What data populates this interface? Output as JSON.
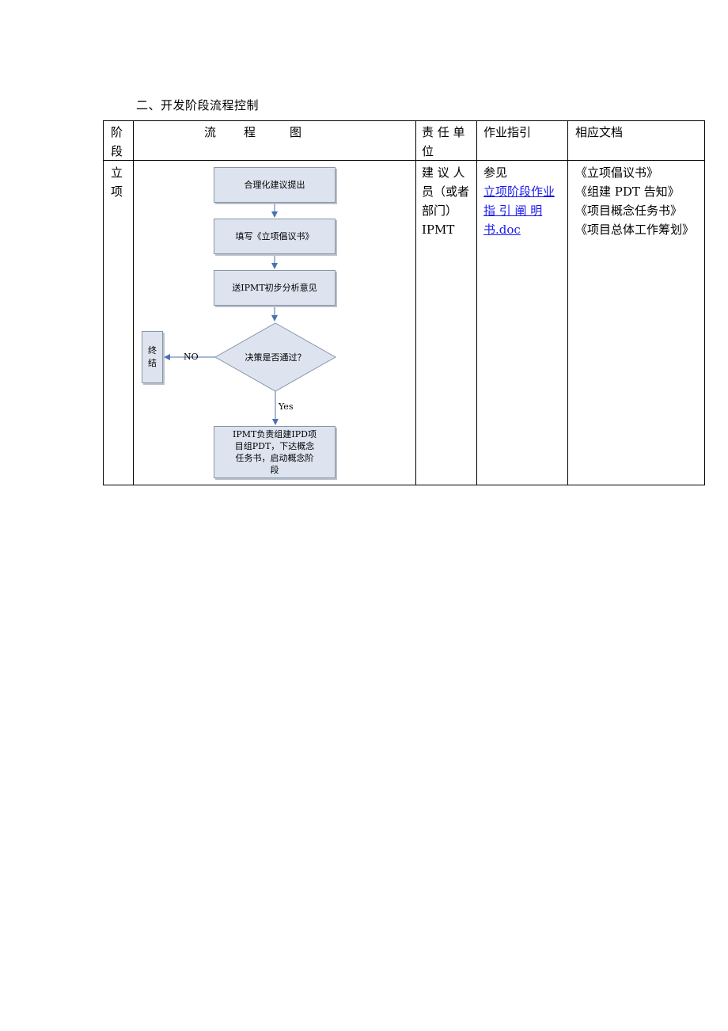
{
  "section_title": "二、开发阶段流程控制",
  "table": {
    "headers": {
      "stage": [
        "阶",
        "段"
      ],
      "flowchart": [
        "流",
        "程",
        "图"
      ],
      "responsible": [
        "责 任 单",
        "位"
      ],
      "guide": "作业指引",
      "docs": "相应文档"
    },
    "row": {
      "stage": [
        "立",
        "项"
      ],
      "responsible": [
        "建 议 人",
        "员（或者",
        "部门）",
        "IPMT"
      ],
      "guide_prefix": "参见",
      "guide_link": [
        "立项阶段作业",
        "指 引 阐 明",
        "书.doc"
      ],
      "docs": [
        "《立项倡议书》",
        "《组建 PDT 告知》",
        "《项目概念任务书》",
        "《项目总体工作筹划》"
      ]
    }
  },
  "flowchart": {
    "step1": "合理化建议提出",
    "step2": "填写《立项倡议书》",
    "step3": "送IPMT初步分析意见",
    "decision": "决策是否通过？",
    "no_label": "NO",
    "yes_label": "Yes",
    "end": [
      "终",
      "结"
    ],
    "final": [
      "IPMT负责组建IPD项",
      "目组PDT，下达概念",
      "任务书，启动概念阶",
      "段"
    ]
  },
  "colors": {
    "box_fill": "#dde4ef",
    "box_border": "#8895a6",
    "arrow": "#4a72b0",
    "link": "#1a1aee"
  }
}
